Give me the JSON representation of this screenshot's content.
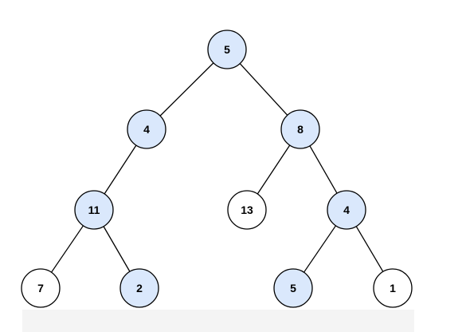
{
  "diagram": {
    "type": "binary-tree",
    "highlight_fill": "#dae8fc",
    "plain_fill": "#ffffff",
    "stroke_color": "#000000",
    "nodes": [
      {
        "id": "n0",
        "label": "5",
        "highlighted": true,
        "parent": null
      },
      {
        "id": "n1",
        "label": "4",
        "highlighted": true,
        "parent": "n0"
      },
      {
        "id": "n2",
        "label": "8",
        "highlighted": true,
        "parent": "n0"
      },
      {
        "id": "n3",
        "label": "11",
        "highlighted": true,
        "parent": "n1"
      },
      {
        "id": "n4",
        "label": "13",
        "highlighted": false,
        "parent": "n2"
      },
      {
        "id": "n5",
        "label": "4",
        "highlighted": true,
        "parent": "n2"
      },
      {
        "id": "n6",
        "label": "7",
        "highlighted": false,
        "parent": "n3"
      },
      {
        "id": "n7",
        "label": "2",
        "highlighted": true,
        "parent": "n3"
      },
      {
        "id": "n8",
        "label": "5",
        "highlighted": true,
        "parent": "n5"
      },
      {
        "id": "n9",
        "label": "1",
        "highlighted": false,
        "parent": "n5"
      }
    ]
  }
}
